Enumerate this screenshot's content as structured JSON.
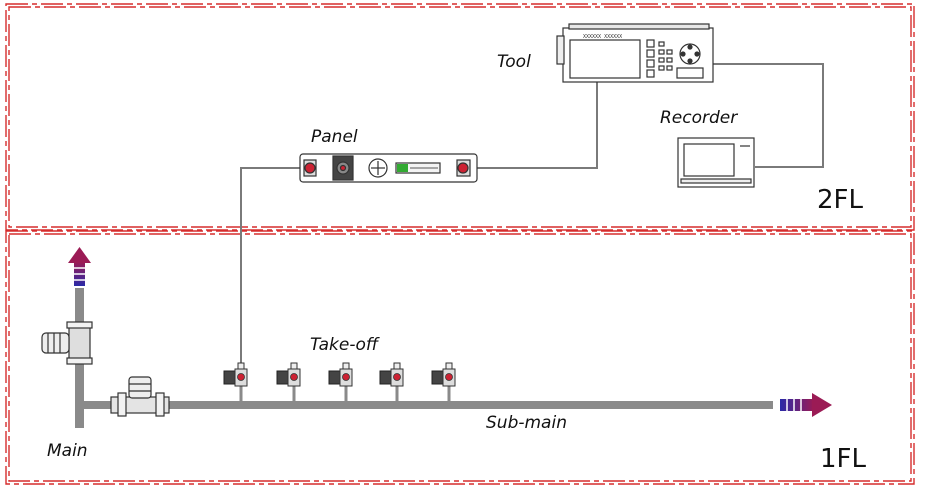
{
  "labels": {
    "tool": "Tool",
    "recorder": "Recorder",
    "panel": "Panel",
    "take_off": "Take-off",
    "sub_main": "Sub-main",
    "main": "Main",
    "floor_upper": "2FL",
    "floor_lower": "1FL"
  },
  "tool_screen_text": "XXXXXX  XXXXXX",
  "take_off_valve_count": 5,
  "colors": {
    "floor_border": "#d62d2d",
    "pipe": "#8a8a8a",
    "signal_line": "#7a7a7a",
    "flow_arrow": "#9b1b55",
    "flow_arrow_tail": "#2a2aa8"
  },
  "icons": [
    "up-flow-arrow-icon",
    "right-flow-arrow-icon",
    "valve-icon",
    "pressure-regulator-icon",
    "flowmeter-icon",
    "gas-analyzer-icon",
    "recorder-monitor-icon"
  ]
}
